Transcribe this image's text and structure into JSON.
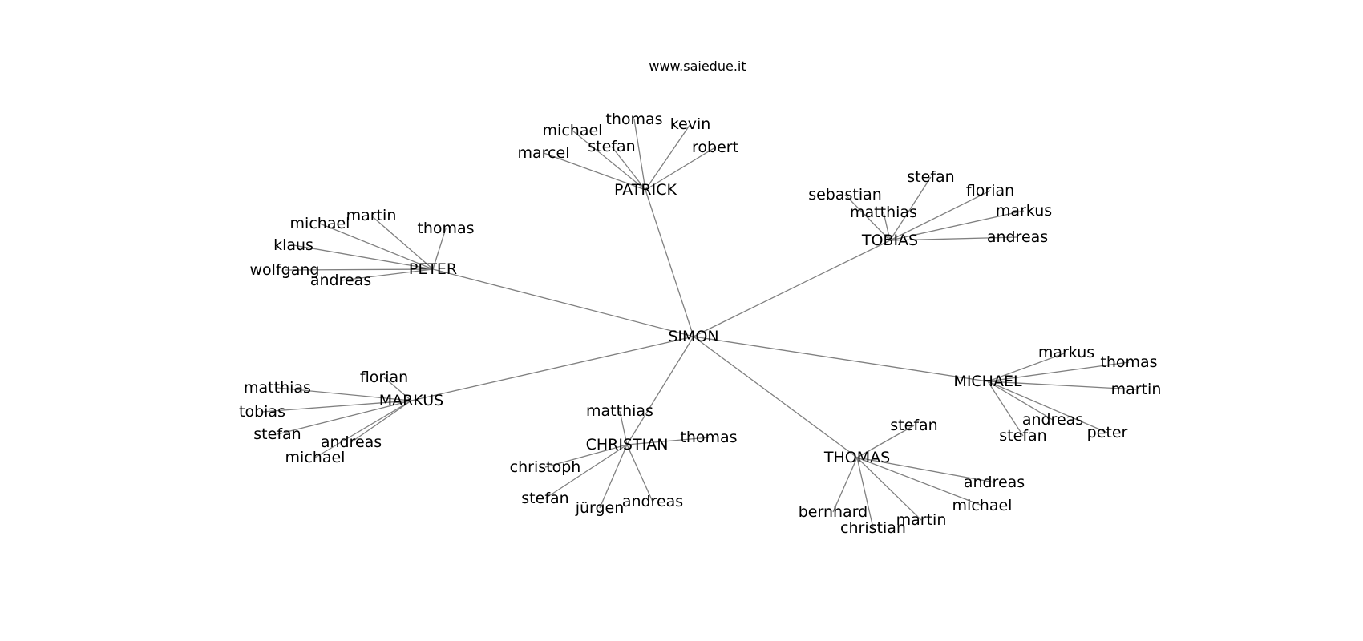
{
  "header": {
    "site": "www.saiedue.it"
  },
  "graph": {
    "root": "SIMON",
    "hubs": [
      {
        "id": "patrick",
        "label": "PATRICK",
        "leaves": [
          "marcel",
          "michael",
          "stefan",
          "thomas",
          "kevin",
          "robert"
        ]
      },
      {
        "id": "tobias",
        "label": "TOBIAS",
        "leaves": [
          "sebastian",
          "matthias",
          "stefan",
          "florian",
          "markus",
          "andreas"
        ]
      },
      {
        "id": "peter",
        "label": "PETER",
        "leaves": [
          "michael",
          "martin",
          "thomas",
          "klaus",
          "wolfgang",
          "andreas"
        ]
      },
      {
        "id": "michael",
        "label": "MICHAEL",
        "leaves": [
          "markus",
          "thomas",
          "martin",
          "andreas",
          "stefan",
          "peter"
        ]
      },
      {
        "id": "markus",
        "label": "MARKUS",
        "leaves": [
          "florian",
          "matthias",
          "tobias",
          "stefan",
          "andreas",
          "michael"
        ]
      },
      {
        "id": "christian",
        "label": "CHRISTIAN",
        "leaves": [
          "matthias",
          "thomas",
          "christoph",
          "stefan",
          "jürgen",
          "andreas"
        ]
      },
      {
        "id": "thomas",
        "label": "THOMAS",
        "leaves": [
          "stefan",
          "andreas",
          "michael",
          "martin",
          "christian",
          "bernhard"
        ]
      }
    ]
  },
  "colors": {
    "edge": "#808080",
    "text": "#000000",
    "background": "#ffffff"
  }
}
